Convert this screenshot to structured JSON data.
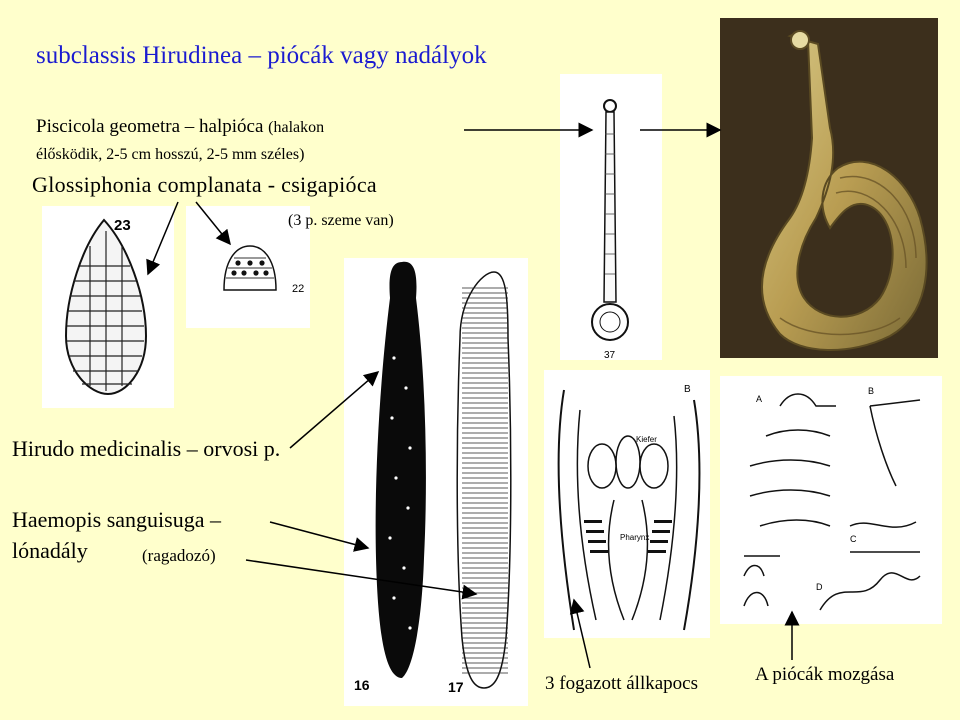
{
  "title": "subclassis Hirudinea – piócák vagy nadályok",
  "piscicola": {
    "line1_main": "Piscicola geometra – halpióca",
    "line1_small": "(halakon",
    "line2": "élősködik, 2-5 cm hosszú, 2-5 mm széles)"
  },
  "glossiphonia": {
    "name": "Glossiphonia complanata - csigapióca",
    "note": "(3 p. szeme van)"
  },
  "hirudo": "Hirudo medicinalis – orvosi p.",
  "haemopis": {
    "line1": "Haemopis sanguisuga –",
    "line2": "lónadály",
    "note": "(ragadozó)"
  },
  "captions": {
    "jaws": "3 fogazott állkapocs",
    "movement": "A piócák mozgása"
  },
  "figure_numbers": {
    "fig23": "23",
    "fig22": "22",
    "fig37": "37",
    "fig16": "16",
    "fig17": "17"
  },
  "diagram_labels": {
    "kiefer": "Kiefer",
    "pharynx": "Pharynx",
    "b_upper": "B",
    "a": "A",
    "b": "B",
    "c": "C",
    "d": "D"
  },
  "colors": {
    "background": "#ffffcc",
    "title": "#1b1bd0"
  }
}
